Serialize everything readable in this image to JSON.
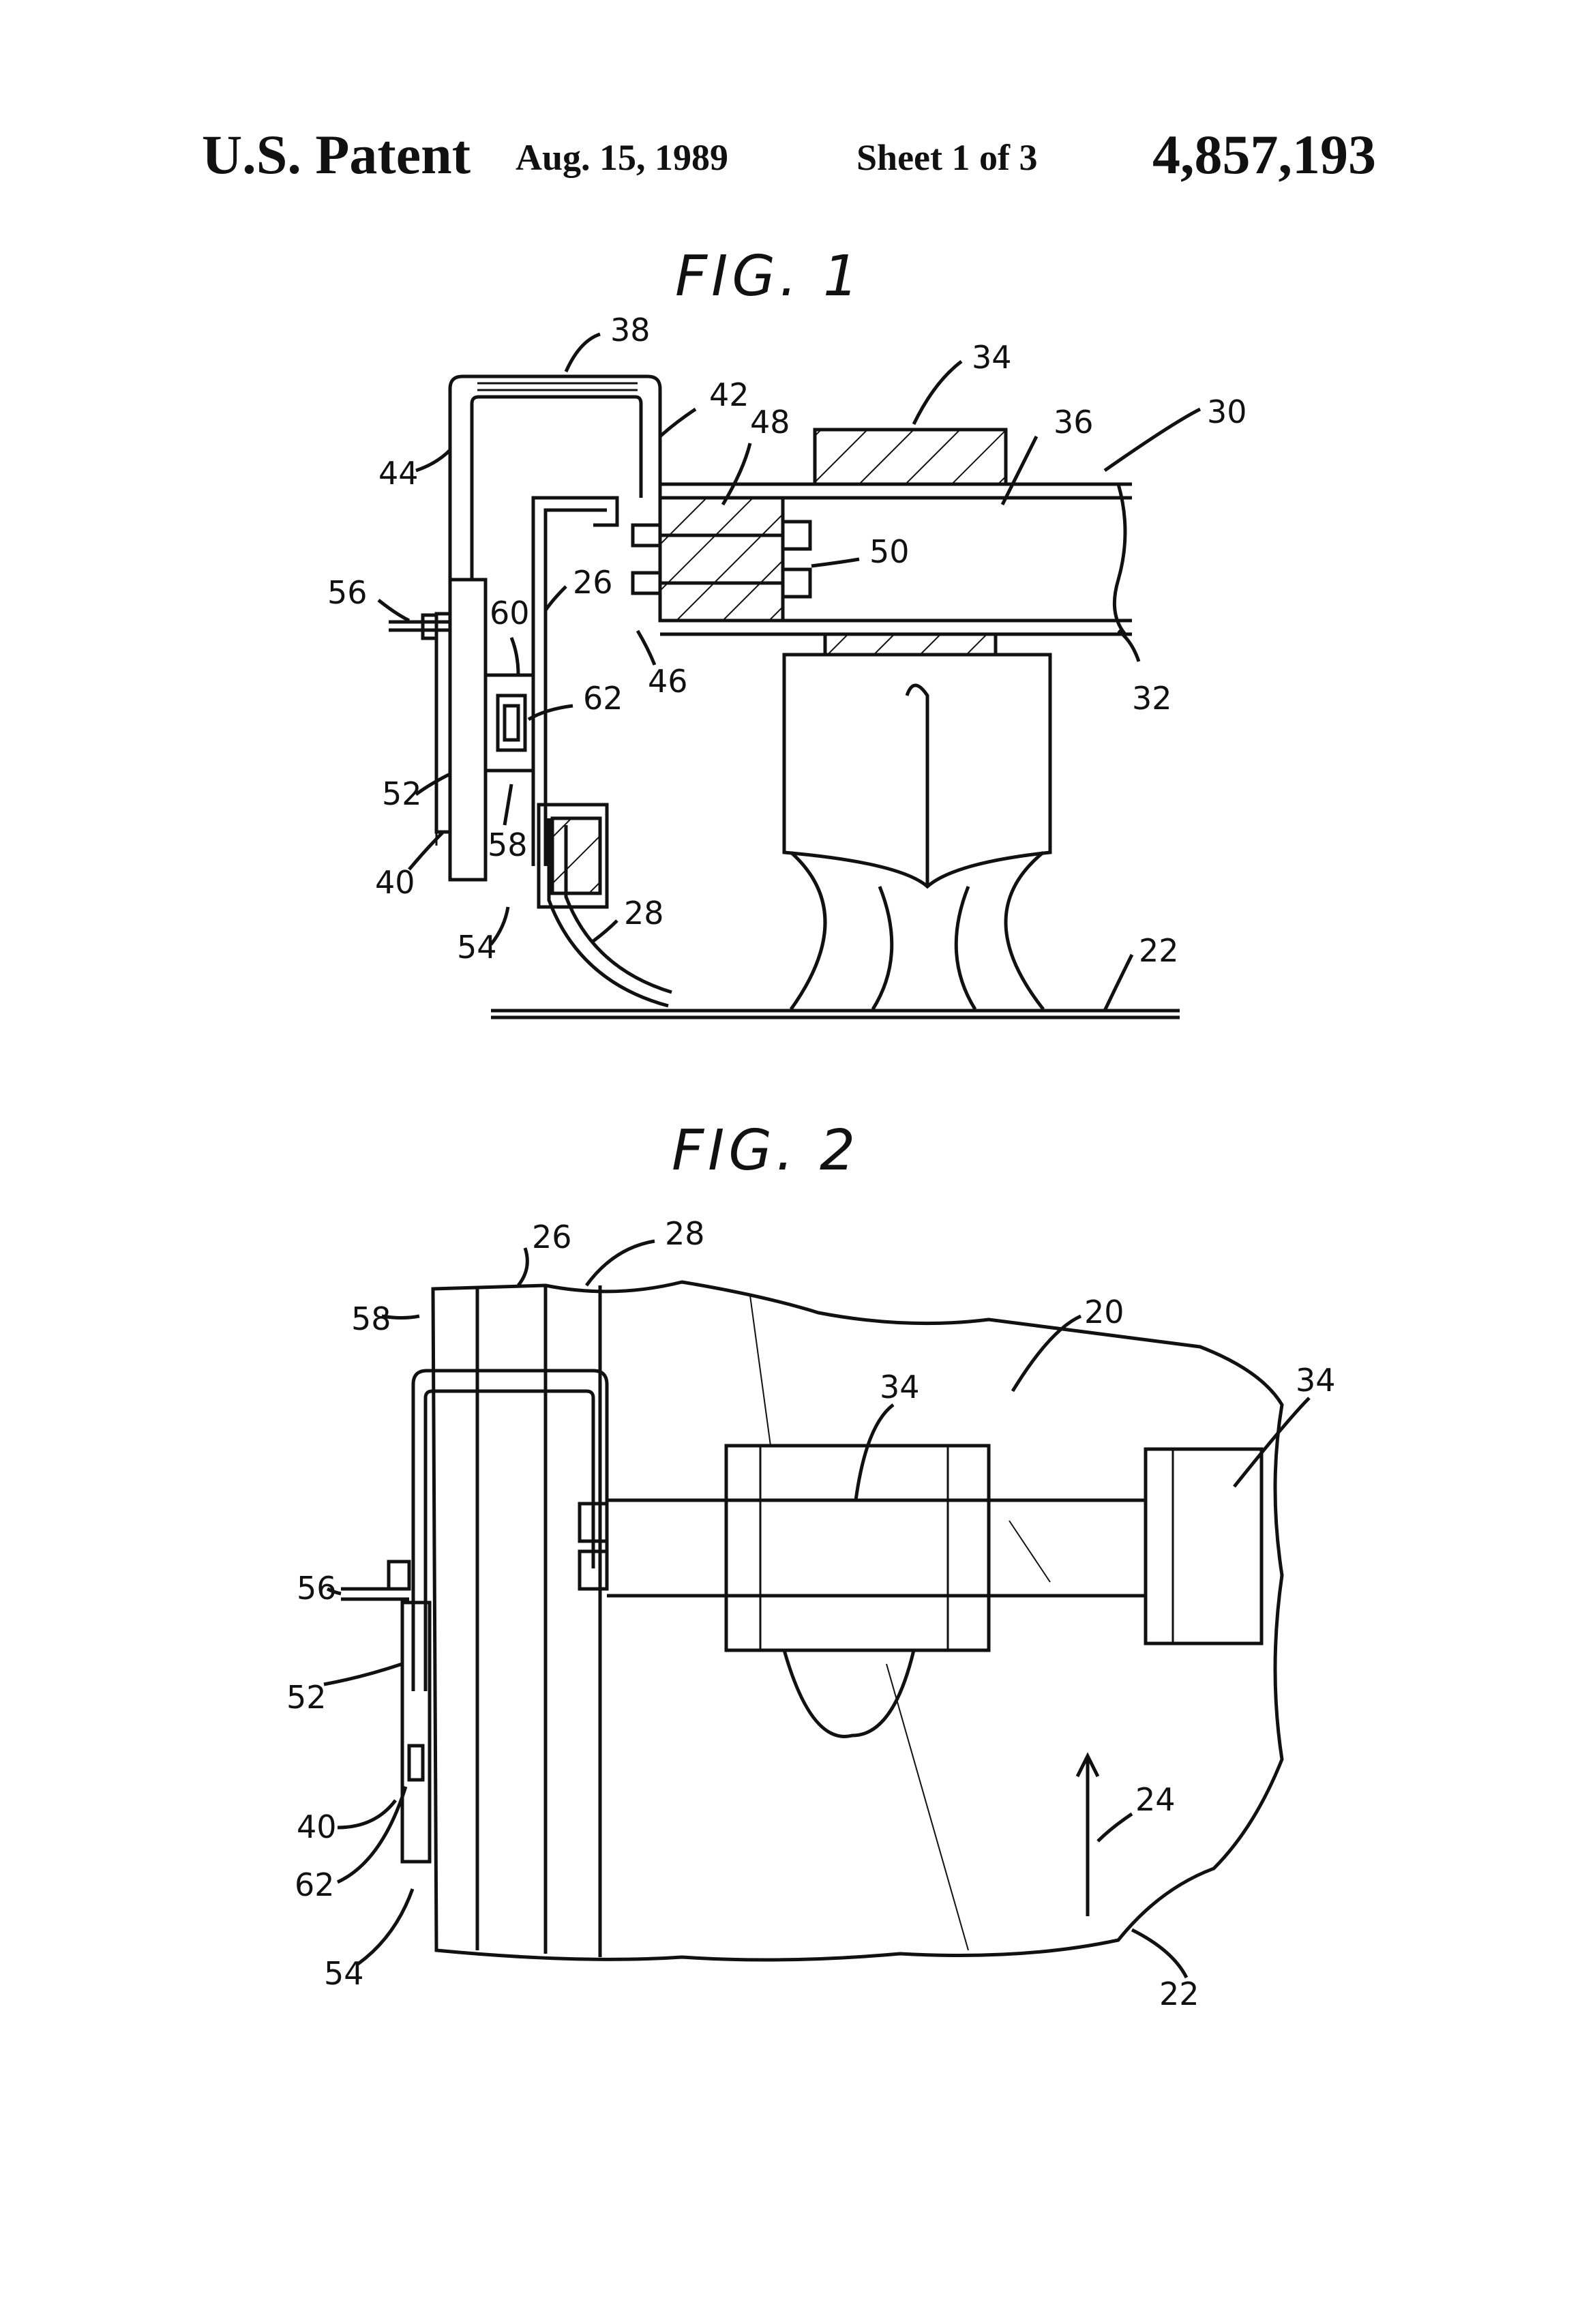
{
  "header": {
    "left": "U.S. Patent",
    "date": "Aug. 15, 1989",
    "sheet": "Sheet 1 of 3",
    "number": "4,857,193"
  },
  "fig1": {
    "title": "FIG. 1",
    "labels": [
      "38",
      "42",
      "48",
      "34",
      "36",
      "30",
      "44",
      "56",
      "60",
      "26",
      "50",
      "62",
      "46",
      "32",
      "52",
      "58",
      "40",
      "28",
      "54",
      "22"
    ]
  },
  "fig2": {
    "title": "FIG. 2",
    "labels": [
      "26",
      "28",
      "58",
      "20",
      "34",
      "34",
      "56",
      "52",
      "24",
      "40",
      "62",
      "54",
      "22"
    ]
  }
}
